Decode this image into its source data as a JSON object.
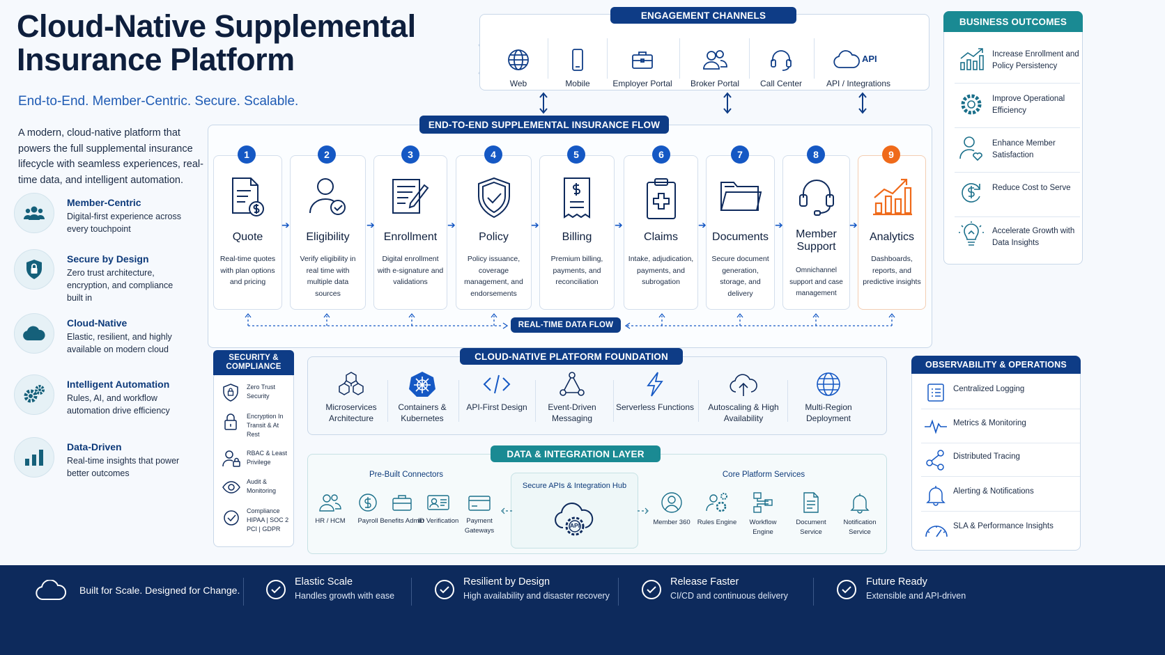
{
  "header": {
    "title": "Cloud-Native Supplemental Insurance Platform",
    "tagline": "End-to-End. Member-Centric. Secure. Scalable.",
    "intro": "A modern, cloud-native platform that powers the full supplemental insurance lifecycle with seamless experiences, real-time data, and intelligent automation."
  },
  "pillars": [
    {
      "title": "Member-Centric",
      "desc": "Digital-first experience across every touchpoint",
      "icon": "people-icon"
    },
    {
      "title": "Secure by Design",
      "desc": "Zero trust architecture, encryption, and compliance built in",
      "icon": "shield-lock-icon"
    },
    {
      "title": "Cloud-Native",
      "desc": "Elastic, resilient, and highly available on modern cloud",
      "icon": "cloud-icon"
    },
    {
      "title": "Intelligent Automation",
      "desc": "Rules, AI, and workflow automation drive efficiency",
      "icon": "gears-icon"
    },
    {
      "title": "Data-Driven",
      "desc": "Real-time insights that power better outcomes",
      "icon": "bar-chart-icon"
    }
  ],
  "engagement": {
    "title": "ENGAGEMENT CHANNELS",
    "channels": [
      {
        "label": "Web",
        "icon": "globe-icon"
      },
      {
        "label": "Mobile",
        "icon": "mobile-icon"
      },
      {
        "label": "Employer Portal",
        "icon": "briefcase-icon"
      },
      {
        "label": "Broker Portal",
        "icon": "people-icon"
      },
      {
        "label": "Call Center",
        "icon": "headset-icon"
      },
      {
        "label": "API / Integrations",
        "icon": "cloud-api-icon",
        "badge": "API"
      }
    ]
  },
  "flow": {
    "title": "END-TO-END SUPPLEMENTAL INSURANCE FLOW",
    "steps": [
      {
        "num": "1",
        "title": "Quote",
        "desc": "Real-time quotes with plan options and pricing"
      },
      {
        "num": "2",
        "title": "Eligibility",
        "desc": "Verify eligibility in real time with multiple data sources"
      },
      {
        "num": "3",
        "title": "Enrollment",
        "desc": "Digital enrollment with e-signature and validations"
      },
      {
        "num": "4",
        "title": "Policy",
        "desc": "Policy issuance, coverage management, and endorsements"
      },
      {
        "num": "5",
        "title": "Billing",
        "desc": "Premium billing, payments, and reconciliation"
      },
      {
        "num": "6",
        "title": "Claims",
        "desc": "Intake, adjudication, payments, and subrogation"
      },
      {
        "num": "7",
        "title": "Documents",
        "desc": "Secure document generation, storage, and delivery"
      },
      {
        "num": "8",
        "title": "Member Support",
        "desc": "Omnichannel support and case management"
      },
      {
        "num": "9",
        "title": "Analytics",
        "desc": "Dashboards, reports, and predictive insights"
      }
    ],
    "realtime": "REAL-TIME DATA FLOW"
  },
  "security": {
    "title": "SECURITY & COMPLIANCE",
    "items": [
      {
        "label": "Zero Trust Security",
        "icon": "shield-icon"
      },
      {
        "label": "Encryption In Transit & At Rest",
        "icon": "lock-icon"
      },
      {
        "label": "RBAC & Least Privilege",
        "icon": "user-lock-icon"
      },
      {
        "label": "Audit & Monitoring",
        "icon": "eye-icon"
      },
      {
        "label": "Compliance HIPAA | SOC 2 PCI | GDPR",
        "icon": "check-circle-icon"
      }
    ]
  },
  "foundation": {
    "title": "CLOUD-NATIVE PLATFORM FOUNDATION",
    "items": [
      {
        "label": "Microservices Architecture",
        "icon": "cubes-icon"
      },
      {
        "label": "Containers & Kubernetes",
        "icon": "kubernetes-icon"
      },
      {
        "label": "API-First Design",
        "icon": "code-icon"
      },
      {
        "label": "Event-Driven Messaging",
        "icon": "nodes-icon"
      },
      {
        "label": "Serverless Functions",
        "icon": "bolt-icon"
      },
      {
        "label": "Autoscaling & High Availability",
        "icon": "cloud-up-icon"
      },
      {
        "label": "Multi-Region Deployment",
        "icon": "globe-icon"
      }
    ]
  },
  "data_layer": {
    "title": "DATA & INTEGRATION LAYER",
    "connectors_title": "Pre-Built Connectors",
    "connectors": [
      {
        "label": "HR / HCM",
        "icon": "people-icon"
      },
      {
        "label": "Payroll",
        "icon": "dollar-icon"
      },
      {
        "label": "Benefits Admin",
        "icon": "briefcase-icon"
      },
      {
        "label": "ID Verification",
        "icon": "id-card-icon"
      },
      {
        "label": "Payment Gateways",
        "icon": "card-icon"
      }
    ],
    "hub_title": "Secure APIs & Integration Hub",
    "hub_badge": "API",
    "core_title": "Core Platform Services",
    "core": [
      {
        "label": "Member 360",
        "icon": "user-circle-icon"
      },
      {
        "label": "Rules Engine",
        "icon": "user-gear-icon"
      },
      {
        "label": "Workflow Engine",
        "icon": "workflow-icon"
      },
      {
        "label": "Document Service",
        "icon": "document-icon"
      },
      {
        "label": "Notification Service",
        "icon": "bell-icon"
      }
    ]
  },
  "outcomes": {
    "title": "BUSINESS OUTCOMES",
    "items": [
      {
        "label": "Increase Enrollment and Policy Persistency",
        "icon": "growth-chart-icon"
      },
      {
        "label": "Improve Operational Efficiency",
        "icon": "gear-icon"
      },
      {
        "label": "Enhance Member Satisfaction",
        "icon": "user-heart-icon"
      },
      {
        "label": "Reduce Cost to Serve",
        "icon": "dollar-refresh-icon"
      },
      {
        "label": "Accelerate Growth with Data Insights",
        "icon": "lightbulb-icon"
      }
    ]
  },
  "observability": {
    "title": "OBSERVABILITY & OPERATIONS",
    "items": [
      {
        "label": "Centralized Logging",
        "icon": "list-icon"
      },
      {
        "label": "Metrics & Monitoring",
        "icon": "pulse-icon"
      },
      {
        "label": "Distributed Tracing",
        "icon": "trace-icon"
      },
      {
        "label": "Alerting & Notifications",
        "icon": "bell-icon"
      },
      {
        "label": "SLA & Performance Insights",
        "icon": "gauge-icon"
      }
    ]
  },
  "footer": {
    "slogan": "Built for Scale. Designed for Change.",
    "items": [
      {
        "title": "Elastic Scale",
        "desc": "Handles growth with ease"
      },
      {
        "title": "Resilient by Design",
        "desc": "High availability and disaster recovery"
      },
      {
        "title": "Release Faster",
        "desc": "CI/CD and continuous delivery"
      },
      {
        "title": "Future Ready",
        "desc": "Extensible and API-driven"
      }
    ]
  },
  "colors": {
    "navy": "#0e3c86",
    "teal": "#1a8a93",
    "blue": "#1558c4",
    "orange": "#ef6a1a",
    "footer": "#0d2a5c"
  }
}
